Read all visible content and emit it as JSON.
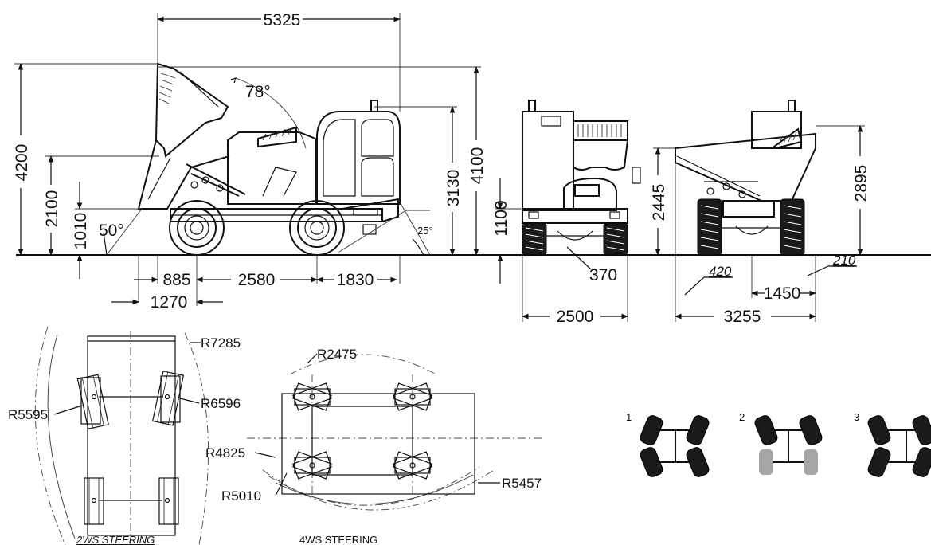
{
  "side_view": {
    "overall_length": "5325",
    "dump_height": "4200",
    "height_lifted": "2100",
    "ground_clearance_height": "1010",
    "dump_angle": "50°",
    "tip_angle": "78°",
    "cab_height": "3130",
    "overall_height": "4100",
    "departure_angle": "25°",
    "front_overhang": "885",
    "wheelbase": "2580",
    "rear_overhang": "1830",
    "front_reach": "1270"
  },
  "front_view": {
    "side_height": "1100",
    "tire_width": "370",
    "overall_width": "2500"
  },
  "rear_view": {
    "skip_height": "2445",
    "top_height": "2895",
    "left_offset": "420",
    "right_offset": "210",
    "track_width": "1450",
    "overall_width": "3255"
  },
  "steering_2ws": {
    "radius_outer": "R7285",
    "radius_inner_left": "R5595",
    "radius_inner_right": "R6596",
    "caption": "2WS STEERING"
  },
  "steering_4ws": {
    "radius_top": "R2475",
    "radius_left_a": "R4825",
    "radius_left_b": "R5010",
    "radius_right": "R5457",
    "caption": "4WS STEERING"
  },
  "steering_modes": [
    {
      "number": "1"
    },
    {
      "number": "2"
    },
    {
      "number": "3"
    }
  ],
  "colors": {
    "line": "#111111",
    "tire": "#1a1a1a",
    "inactive_tire": "#a6a6a6"
  }
}
